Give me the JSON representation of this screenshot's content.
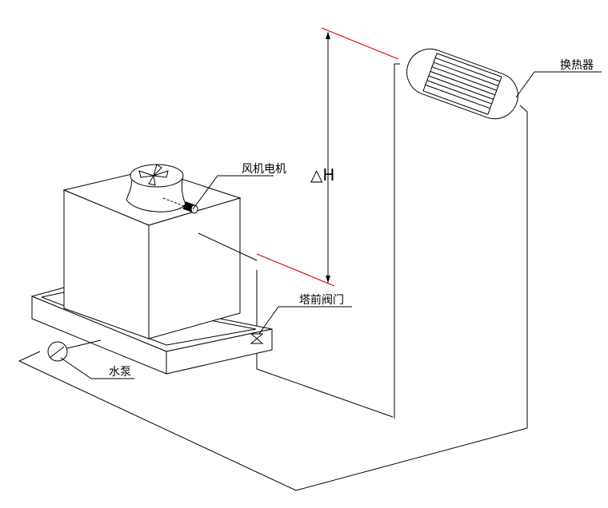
{
  "labels": {
    "heat_exchanger": "换热器",
    "fan_motor": "风机电机",
    "delta_h": "△H",
    "tower_valve": "塔前阀门",
    "water_pump": "水泵"
  }
}
